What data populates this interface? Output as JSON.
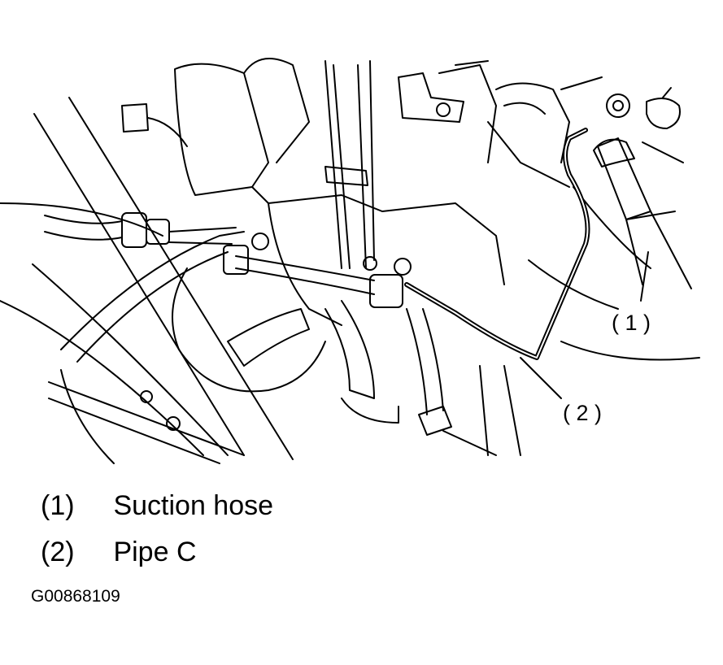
{
  "diagram": {
    "callouts": [
      {
        "id": "1",
        "text": "( 1 )"
      },
      {
        "id": "2",
        "text": "( 2 )"
      }
    ]
  },
  "legend": [
    {
      "number": "(1)",
      "text": "Suction hose"
    },
    {
      "number": "(2)",
      "text": "Pipe C"
    }
  ],
  "figure_id": "G00868109"
}
